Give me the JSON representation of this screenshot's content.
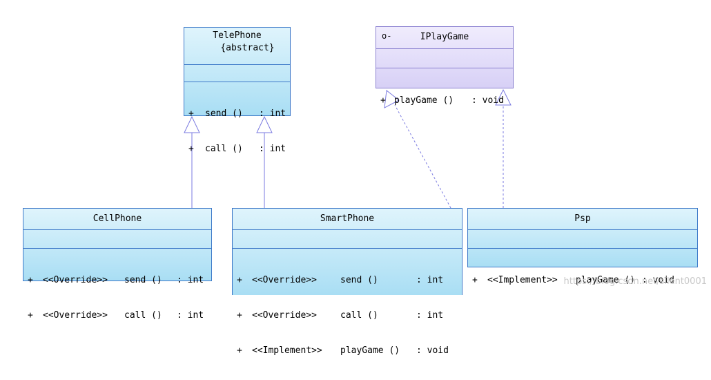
{
  "classes": {
    "telephone": {
      "name": "TelePhone",
      "stereotype": "{abstract}",
      "ops": [
        {
          "vis": "+",
          "name": "send ()",
          "type": ": int"
        },
        {
          "vis": "+",
          "name": "call ()",
          "type": ": int"
        }
      ]
    },
    "iplaygame": {
      "icon": "lollipop-interface-icon",
      "icon_glyph": "o-",
      "name": "IPlayGame",
      "ops": [
        {
          "vis": "+",
          "name": "playGame ()",
          "type": ": void"
        }
      ]
    },
    "cellphone": {
      "name": "CellPhone",
      "ops": [
        {
          "vis": "+",
          "stereo": "<<Override>>",
          "name": "send ()",
          "type": ": int"
        },
        {
          "vis": "+",
          "stereo": "<<Override>>",
          "name": "call ()",
          "type": ": int"
        }
      ]
    },
    "smartphone": {
      "name": "SmartPhone",
      "ops": [
        {
          "vis": "+",
          "stereo": "<<Override>>",
          "name": "send ()",
          "type": ": int"
        },
        {
          "vis": "+",
          "stereo": "<<Override>>",
          "name": "call ()",
          "type": ": int"
        },
        {
          "vis": "+",
          "stereo": "<<Implement>>",
          "name": "playGame ()",
          "type": ": void"
        }
      ]
    },
    "psp": {
      "name": "Psp",
      "ops": [
        {
          "vis": "+",
          "stereo": "<<Implement>>",
          "name": "playGame ()",
          "type": ": void"
        }
      ]
    }
  },
  "watermark": "https://blog.csdn.net/silent0001",
  "colors": {
    "class_border": "#3c78c8",
    "interface_border": "#8a80d0",
    "link": "#7a7ae0"
  }
}
